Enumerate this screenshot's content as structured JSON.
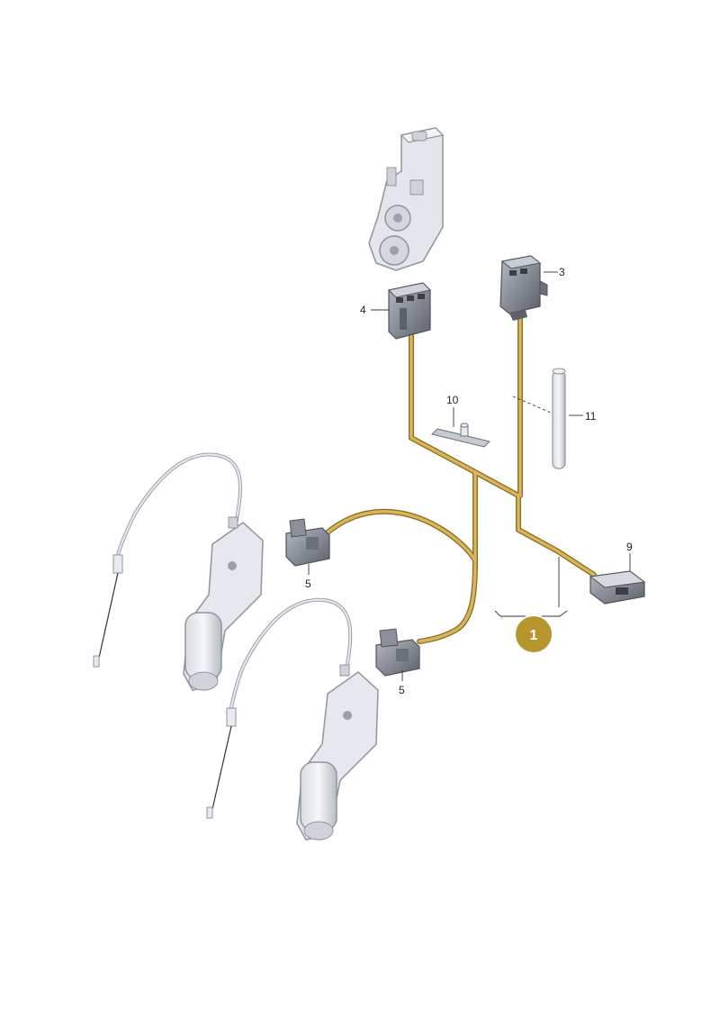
{
  "labels": {
    "part_3": "3",
    "part_4": "4",
    "part_5a": "5",
    "part_5b": "5",
    "part_9": "9",
    "part_10": "10",
    "part_11": "11",
    "assembly": "1"
  },
  "colors": {
    "harness": "#c9a24a",
    "harness_shade": "#8a6a20",
    "connector": "#8a8f99",
    "connector_dark": "#4e535c",
    "part_light": "#e7eaee",
    "part_mid": "#c5cad1",
    "part_dark": "#8f959e",
    "callout": "#b8962e",
    "line": "#333333"
  },
  "icons": [
    "actuator-motor",
    "connector",
    "cable-clip",
    "pipe"
  ]
}
